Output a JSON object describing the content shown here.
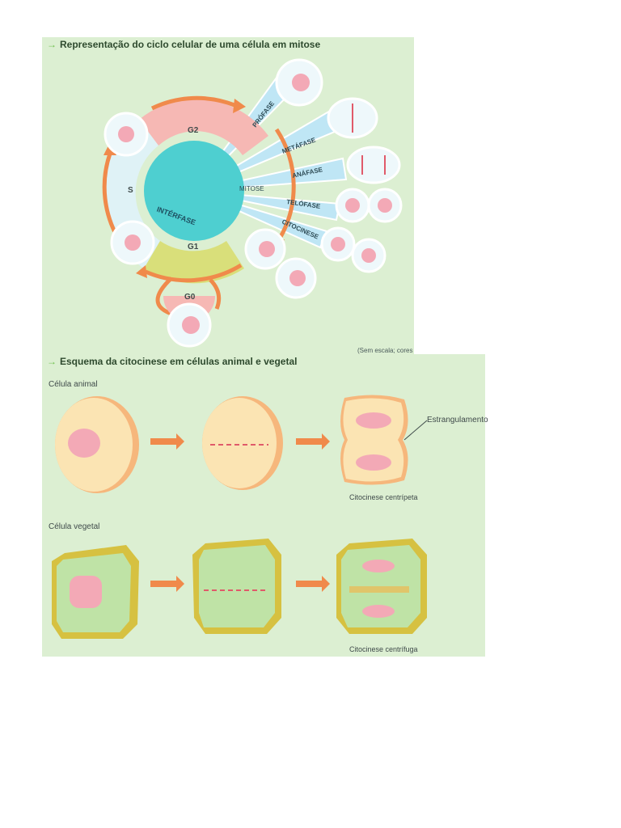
{
  "cell_cycle": {
    "title": "Representação do ciclo celular de uma célula em mitose",
    "phases": {
      "g2": "G2",
      "s": "S",
      "g1": "G1",
      "g0": "G0",
      "interfase": "INTÉRFASE",
      "mitose": "MITOSE"
    },
    "mitosis_stages": [
      "PRÓFASE",
      "METÁFASE",
      "ANÁFASE",
      "TELÓFASE",
      "CITOCINESE"
    ],
    "scale_note": "(Sem escala; cores"
  },
  "cytokinesis": {
    "title": "Esquema da citocinese em células animal e vegetal",
    "animal_label": "Célula animal",
    "plant_label": "Célula vegetal",
    "constriction_label": "Estrangulamento",
    "centripetal_label": "Citocinese centrípeta",
    "centrifugal_label": "Citocinese centrífuga"
  },
  "colors": {
    "panel_bg": "#dcefd2",
    "arrow_orange": "#f08a4b",
    "g2_pink": "#f6b8b4",
    "g1_yellow": "#d9df7a",
    "interfase_teal": "#4ecfd0",
    "s_light": "#dff2f6",
    "ray_blue": "#bfe6f5",
    "cell_cream": "#fbe4b3",
    "nucleus_pink": "#f3a9b6",
    "plant_wall": "#d6c141"
  }
}
